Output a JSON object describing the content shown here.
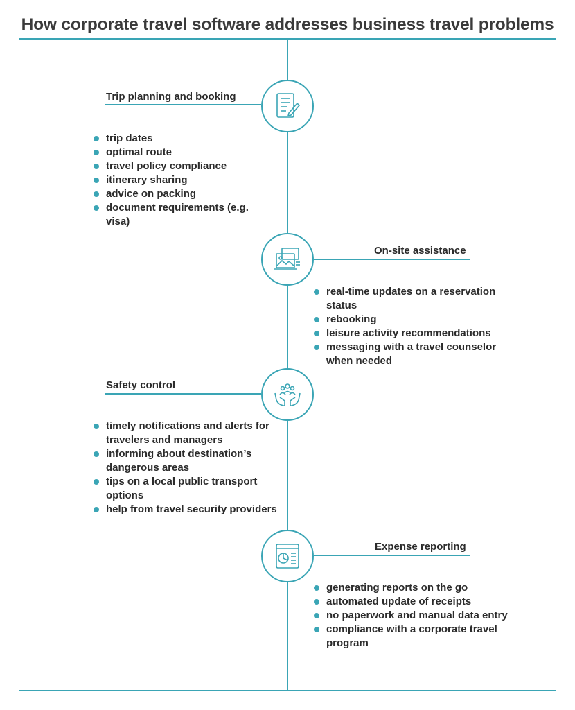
{
  "title": "How corporate travel software addresses business travel problems",
  "accent_color": "#3aa5b5",
  "sections": [
    {
      "heading": "Trip planning and booking",
      "icon": "document-pen-icon",
      "items": [
        "trip dates",
        "optimal route",
        "travel policy compliance",
        "itinerary sharing",
        "advice on packing",
        "document requirements (e.g. visa)"
      ]
    },
    {
      "heading": "On-site assistance",
      "icon": "map-laptop-icon",
      "items": [
        "real-time updates on a reservation status",
        "rebooking",
        "leisure activity recommendations",
        "messaging with a travel counselor when needed"
      ]
    },
    {
      "heading": "Safety control",
      "icon": "hands-people-icon",
      "items": [
        "timely notifications and alerts for travelers and managers",
        "informing about destination’s dangerous areas",
        "tips on a local public transport options",
        "help from travel security providers"
      ]
    },
    {
      "heading": "Expense reporting",
      "icon": "pie-chart-report-icon",
      "items": [
        "generating reports on the go",
        "automated update of receipts",
        "no paperwork and manual data entry",
        "compliance with a corporate travel program"
      ]
    }
  ]
}
